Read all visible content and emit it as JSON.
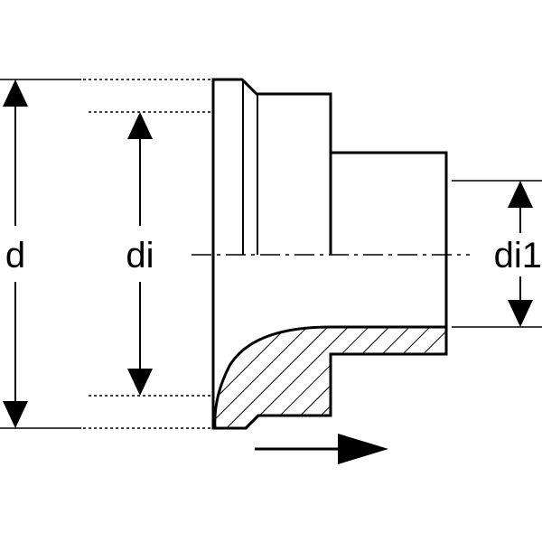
{
  "labels": {
    "outer_diameter": "d",
    "inner_diameter": "di",
    "inner_diameter_2": "di1"
  },
  "colors": {
    "stroke": "#000000",
    "background": "#ffffff"
  },
  "icons": {
    "flow": "arrow-right-icon",
    "dimension": "dimension-arrow-icon"
  }
}
